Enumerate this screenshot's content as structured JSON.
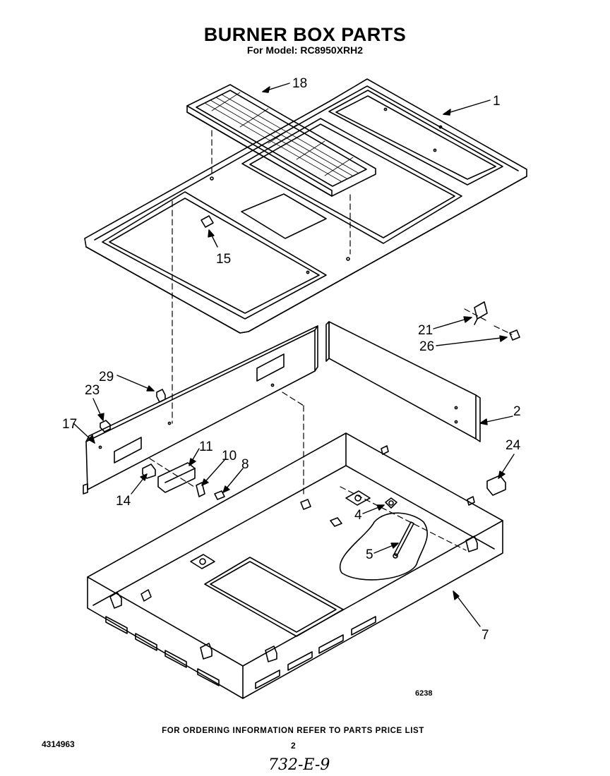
{
  "header": {
    "title": "BURNER BOX PARTS",
    "subtitle": "For Model: RC8950XRH2"
  },
  "callouts": {
    "c18": "18",
    "c1": "1",
    "c15": "15",
    "c21": "21",
    "c26": "26",
    "c29": "29",
    "c23": "23",
    "c17": "17",
    "c2": "2",
    "c11": "11",
    "c10": "10",
    "c8": "8",
    "c24": "24",
    "c14": "14",
    "c4": "4",
    "c5": "5",
    "c7": "7"
  },
  "figure_number": "6238",
  "footer": {
    "note": "FOR ORDERING INFORMATION REFER TO PARTS PRICE LIST",
    "doc_number": "4314963",
    "page_number": "2",
    "handwritten": "732-E-9"
  }
}
